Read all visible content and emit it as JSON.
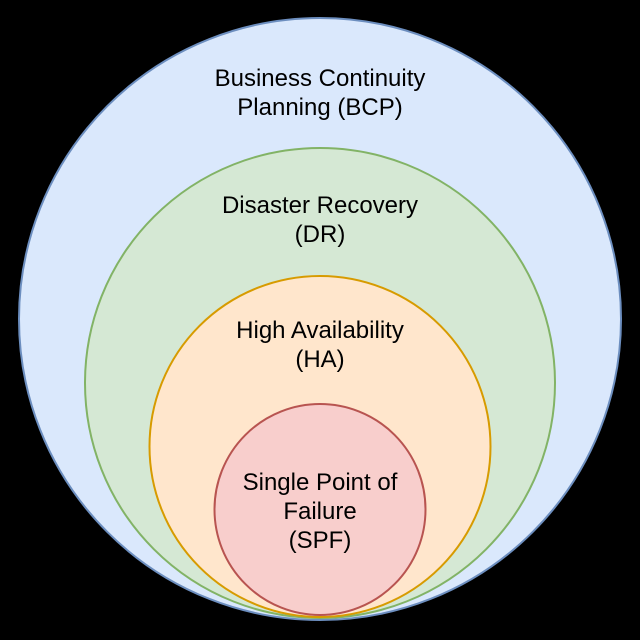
{
  "page": {
    "background": "#000000"
  },
  "diagram": {
    "type": "nested-circles",
    "text_color": "#000000",
    "rings": [
      {
        "name": "bcp",
        "label": "Business Continuity Planning (BCP)",
        "lines": [
          "Business Continuity",
          "Planning (BCP)"
        ],
        "fill": "#dae8fc",
        "stroke": "#6c8ebf"
      },
      {
        "name": "dr",
        "label": "Disaster Recovery (DR)",
        "lines": [
          "Disaster Recovery",
          "(DR)"
        ],
        "fill": "#d5e8d4",
        "stroke": "#82b366"
      },
      {
        "name": "ha",
        "label": "High Availability (HA)",
        "lines": [
          "High Availability",
          "(HA)"
        ],
        "fill": "#ffe6cc",
        "stroke": "#d79b00"
      },
      {
        "name": "spf",
        "label": "Single Point of Failure (SPF)",
        "lines": [
          "Single Point of",
          "Failure",
          "(SPF)"
        ],
        "fill": "#f8cecc",
        "stroke": "#b85450"
      }
    ]
  }
}
